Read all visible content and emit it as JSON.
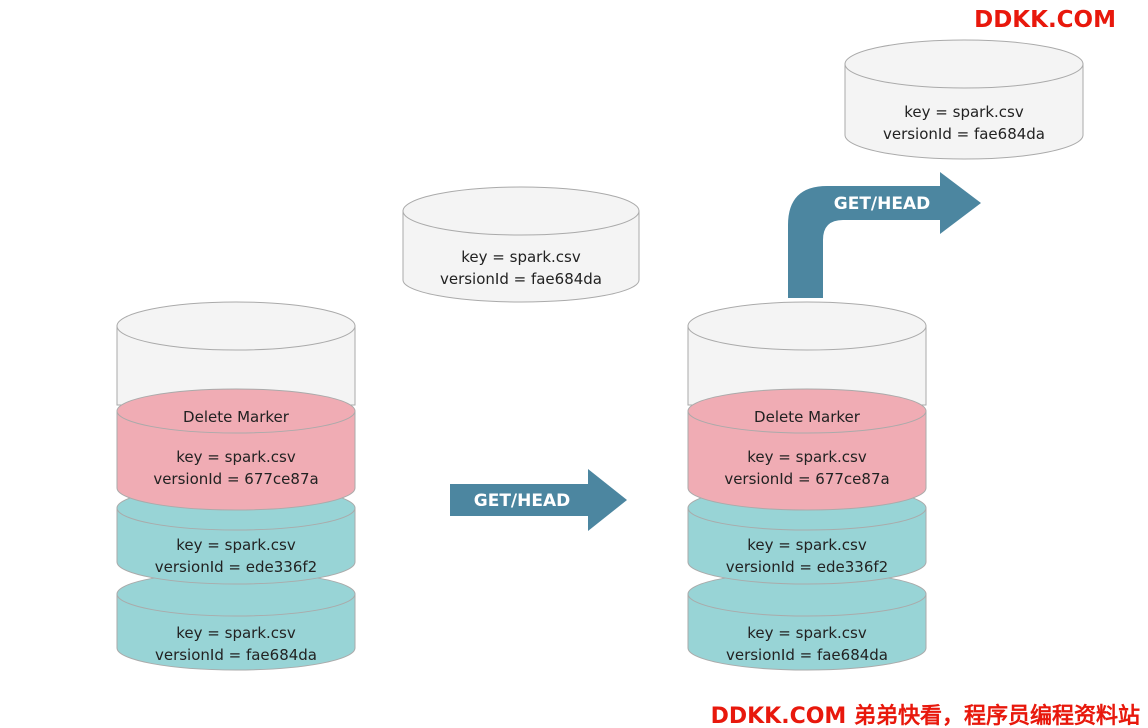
{
  "colors": {
    "background": "#ffffff",
    "version_fill": "#98d4d6",
    "delete_marker_fill": "#f0acb4",
    "empty_fill": "#f4f4f4",
    "outline": "#aaaaaa",
    "arrow": "#4c86a0",
    "watermark": "#e8180c"
  },
  "left_stack": {
    "delete_marker": {
      "title": "Delete Marker",
      "key": "key = spark.csv",
      "version": "versionId = 677ce87a"
    },
    "version_2": {
      "key": "key = spark.csv",
      "version": "versionId = ede336f2"
    },
    "version_1": {
      "key": "key = spark.csv",
      "version": "versionId = fae684da"
    }
  },
  "floating_object": {
    "key": "key = spark.csv",
    "version": "versionId = fae684da"
  },
  "middle_arrow": {
    "label": "GET/HEAD"
  },
  "right_stack": {
    "delete_marker": {
      "title": "Delete Marker",
      "key": "key = spark.csv",
      "version": "versionId = 677ce87a"
    },
    "version_2": {
      "key": "key = spark.csv",
      "version": "versionId = ede336f2"
    },
    "version_1": {
      "key": "key = spark.csv",
      "version": "versionId = fae684da"
    }
  },
  "bent_arrow": {
    "label": "GET/HEAD"
  },
  "result_object": {
    "key": "key = spark.csv",
    "version": "versionId = fae684da"
  },
  "watermark_top": "DDKK.COM",
  "watermark_bottom": "DDKK.COM 弟弟快看，程序员编程资料站"
}
